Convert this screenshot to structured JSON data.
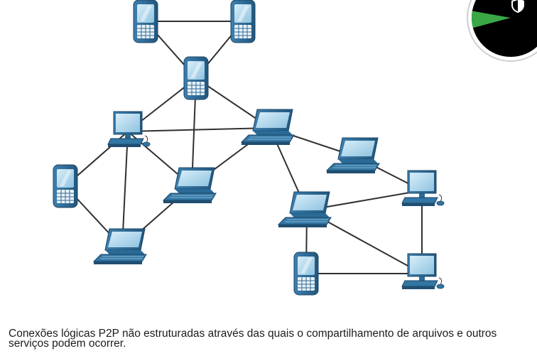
{
  "caption": "Conexões lógicas P2P não estruturadas através das quais o compartilhamento de arquivos e outros serviços podem ocorrer.",
  "badge": {
    "icon": "shield-icon"
  },
  "colors": {
    "device_blue": "#2f6a94",
    "device_dark": "#1f4e70",
    "screen": "#b9dcef",
    "link": "#303030"
  },
  "nodes": [
    {
      "id": "phone-top-left",
      "type": "phone"
    },
    {
      "id": "phone-top-right",
      "type": "phone"
    },
    {
      "id": "phone-center",
      "type": "phone"
    },
    {
      "id": "desktop-left",
      "type": "desktop"
    },
    {
      "id": "laptop-center-top",
      "type": "laptop"
    },
    {
      "id": "phone-left",
      "type": "phone"
    },
    {
      "id": "laptop-center",
      "type": "laptop"
    },
    {
      "id": "laptop-bottom-left",
      "type": "laptop"
    },
    {
      "id": "laptop-right-top",
      "type": "laptop"
    },
    {
      "id": "desktop-right-top",
      "type": "desktop"
    },
    {
      "id": "laptop-right-center",
      "type": "laptop"
    },
    {
      "id": "phone-bottom",
      "type": "phone"
    },
    {
      "id": "desktop-right-bottom",
      "type": "desktop"
    }
  ],
  "links": [
    [
      "phone-top-left",
      "phone-top-right"
    ],
    [
      "phone-top-left",
      "phone-center"
    ],
    [
      "phone-top-right",
      "phone-center"
    ],
    [
      "phone-center",
      "desktop-left"
    ],
    [
      "phone-center",
      "laptop-center"
    ],
    [
      "phone-center",
      "laptop-center-top"
    ],
    [
      "desktop-left",
      "laptop-center-top"
    ],
    [
      "desktop-left",
      "laptop-center"
    ],
    [
      "desktop-left",
      "laptop-bottom-left"
    ],
    [
      "desktop-left",
      "phone-left"
    ],
    [
      "phone-left",
      "laptop-bottom-left"
    ],
    [
      "laptop-center-top",
      "laptop-center"
    ],
    [
      "laptop-center-top",
      "laptop-right-top"
    ],
    [
      "laptop-center-top",
      "laptop-right-center"
    ],
    [
      "laptop-center",
      "laptop-bottom-left"
    ],
    [
      "laptop-right-top",
      "desktop-right-top"
    ],
    [
      "laptop-right-center",
      "desktop-right-top"
    ],
    [
      "laptop-right-center",
      "desktop-right-bottom"
    ],
    [
      "laptop-right-center",
      "phone-bottom"
    ],
    [
      "phone-bottom",
      "desktop-right-bottom"
    ],
    [
      "desktop-right-top",
      "desktop-right-bottom"
    ]
  ]
}
